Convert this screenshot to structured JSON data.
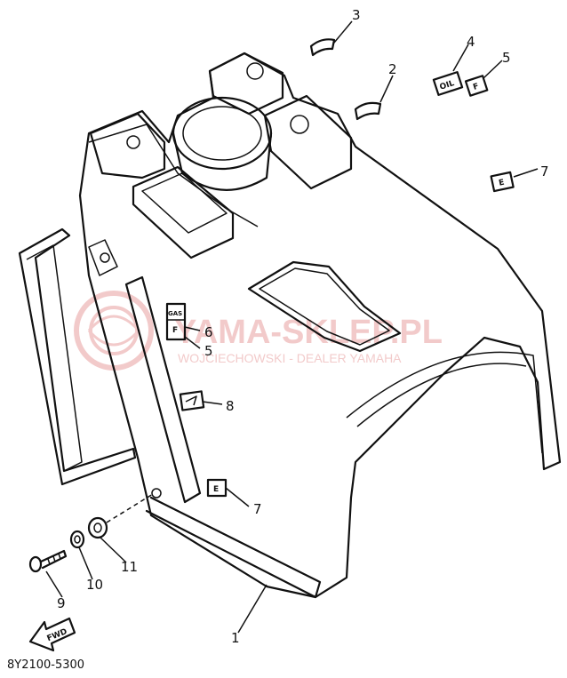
{
  "diagram_code": "8Y2100-5300",
  "callouts": [
    "3",
    "4",
    "5",
    "2",
    "7",
    "6",
    "5",
    "8",
    "7",
    "11",
    "10",
    "9",
    "1"
  ],
  "labels": {
    "oil": "OIL",
    "f_top": "F",
    "e_top": "E",
    "gas": "GAS",
    "f_mid": "F",
    "e_bottom": "E",
    "fwd": "FWD"
  },
  "watermark": {
    "main": "YAMA-SKLEP.PL",
    "sub": "WOJCIECHOWSKI - DEALER YAMAHA",
    "color": "#e8a0a0"
  }
}
